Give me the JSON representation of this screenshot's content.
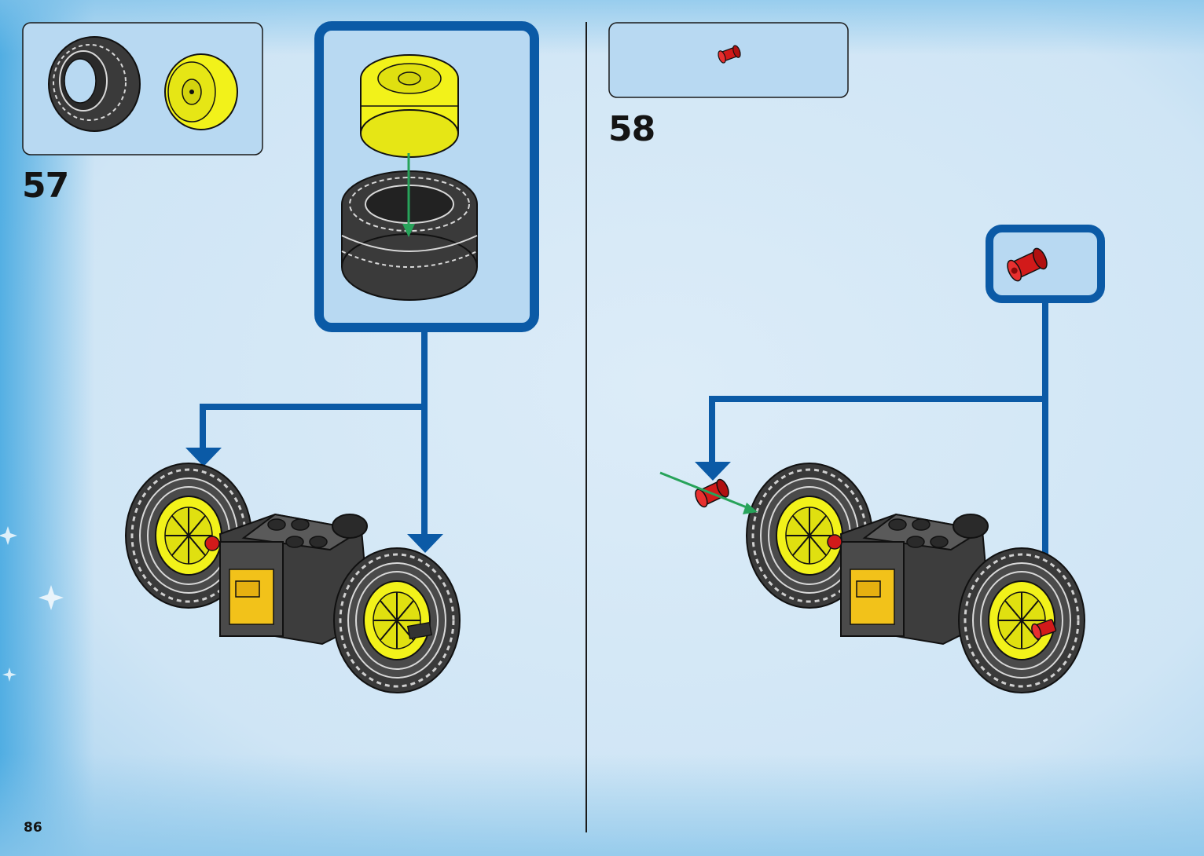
{
  "page": {
    "number": "86"
  },
  "colors": {
    "background": "#d3e8f6",
    "panel_fill": "#b8d9f2",
    "callout_border": "#0b5aa6",
    "tire": "#3a3a3a",
    "rim": "#f2f21a",
    "connector": "#d21a1a",
    "move_arrow": "#27a35a",
    "divider": "#1a1a1a"
  },
  "steps": [
    {
      "number": "57",
      "parts": [
        {
          "icon": "tire-icon",
          "qty": 1
        },
        {
          "icon": "yellow-rim-icon",
          "qty": 1
        }
      ],
      "subassembly_parts": [
        "yellow-rim-icon",
        "tire-icon"
      ]
    },
    {
      "number": "58",
      "parts": [
        {
          "icon": "red-bush-icon",
          "qty": 1
        }
      ],
      "subassembly_parts": [
        "red-bush-icon"
      ]
    }
  ]
}
